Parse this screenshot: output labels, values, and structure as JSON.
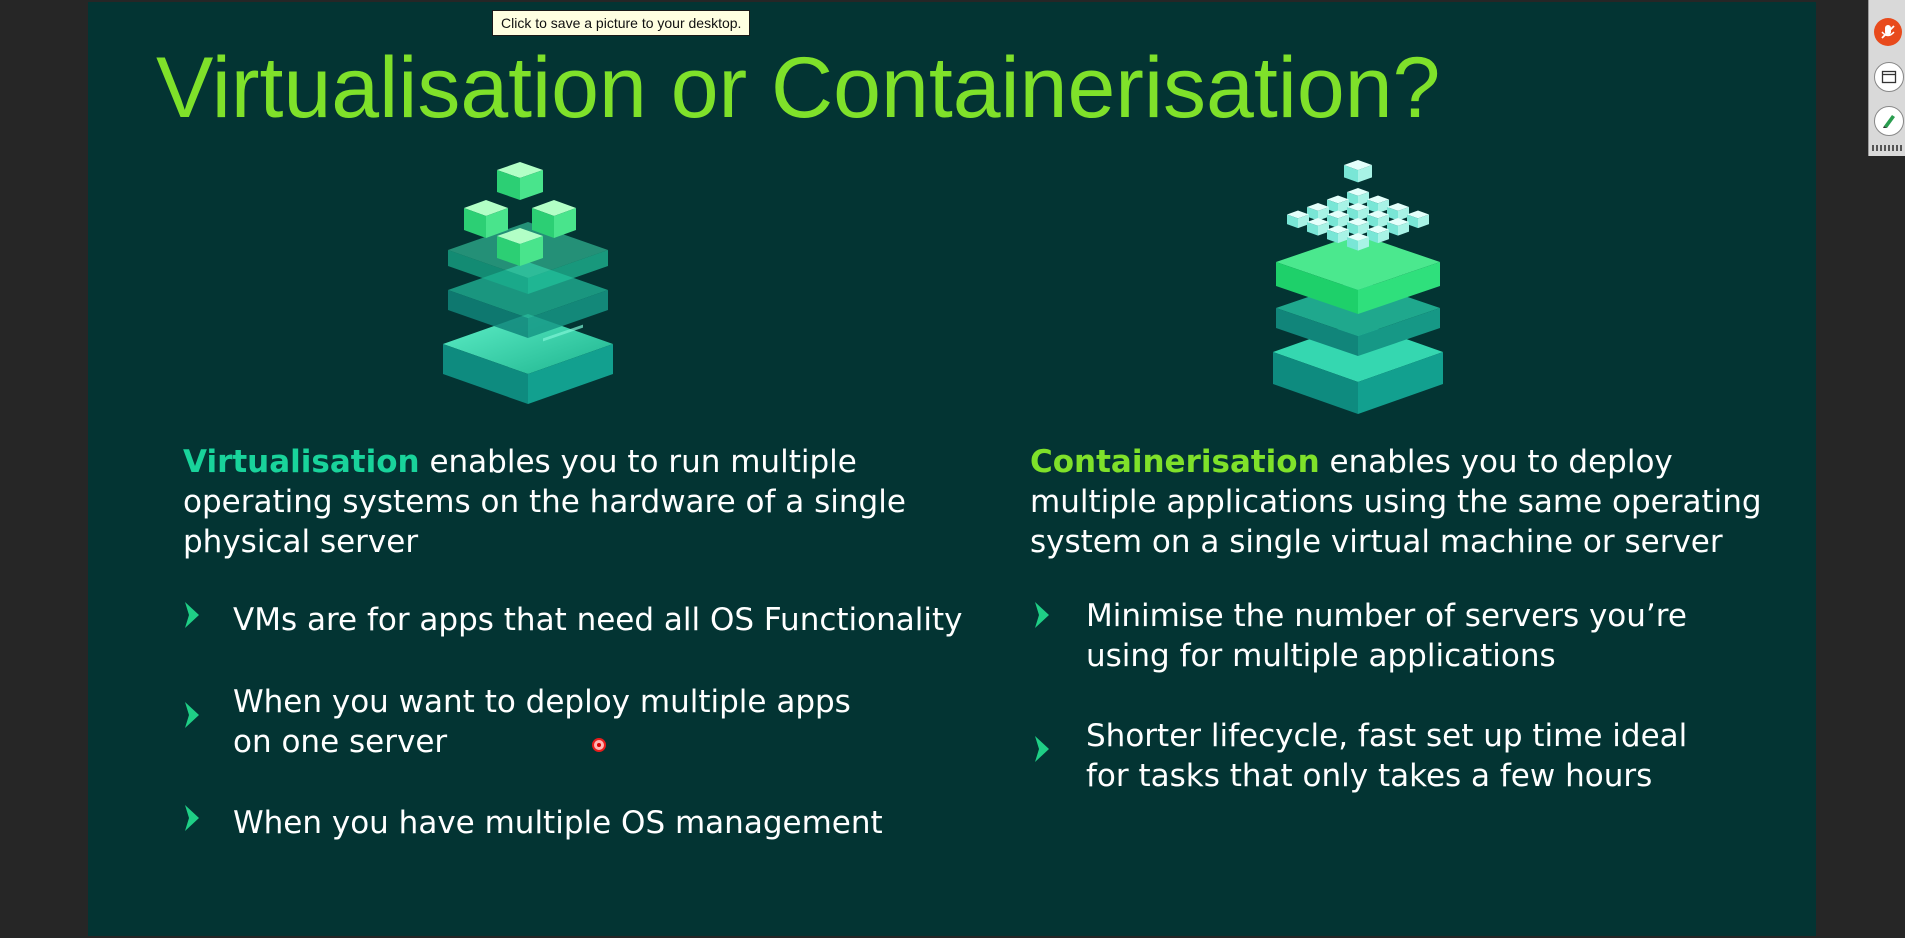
{
  "tooltip": {
    "text": "Click to save a picture to your desktop."
  },
  "slide": {
    "title": "Virtualisation or Containerisation?",
    "left": {
      "highlight": "Virtualisation",
      "intro_rest": " enables you to run multiple operating systems on the hardware of a single physical server",
      "bullets": [
        {
          "line1": "VMs are for apps that need all OS Functionality",
          "line2": ""
        },
        {
          "line1": "When you want to deploy multiple apps",
          "line2": "on one server"
        },
        {
          "line1": "When you have multiple OS management",
          "line2": ""
        }
      ]
    },
    "right": {
      "highlight": "Containerisation",
      "intro_rest": " enables you to deploy multiple applications using the same operating system on a single virtual machine or server",
      "bullets": [
        {
          "line1": "Minimise the number of servers you’re",
          "line2": "using for multiple applications"
        },
        {
          "line1": "Shorter lifecycle, fast set up time ideal",
          "line2": "for tasks that only takes a few hours"
        }
      ]
    }
  },
  "icons": {
    "chevron": "chevron-right-icon",
    "illustration_left": "virtual-machine-server-icon",
    "illustration_right": "container-server-icon",
    "toolbar": [
      "microphone-muted-icon",
      "window-icon",
      "pen-annotate-icon"
    ]
  },
  "colors": {
    "slide_bg": "#033433",
    "title": "#7fe12a",
    "highlight_left": "#19d39b",
    "highlight_right": "#7fe12a",
    "body_text": "#ffffff",
    "chevron_green": "#1fcf86",
    "pointer": "#e81c1c"
  }
}
